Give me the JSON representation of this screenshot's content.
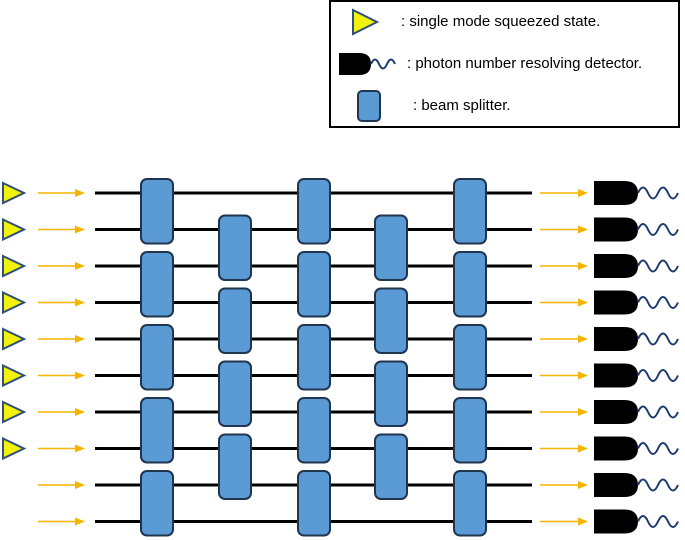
{
  "legend": {
    "items": [
      {
        "icon": "squeezed-state-triangle-icon",
        "label": ": single mode squeezed state."
      },
      {
        "icon": "photon-detector-icon",
        "label": ": photon number resolving detector."
      },
      {
        "icon": "beam-splitter-icon",
        "label": ": beam splitter."
      }
    ]
  },
  "circuit": {
    "modes": 10,
    "squeezed_inputs": 8,
    "detectors": 10,
    "beam_splitter_columns": [
      {
        "pairs": [
          [
            0,
            1
          ],
          [
            2,
            3
          ],
          [
            4,
            5
          ],
          [
            6,
            7
          ],
          [
            8,
            9
          ]
        ]
      },
      {
        "pairs": [
          [
            1,
            2
          ],
          [
            3,
            4
          ],
          [
            5,
            6
          ],
          [
            7,
            8
          ]
        ]
      },
      {
        "pairs": [
          [
            0,
            1
          ],
          [
            2,
            3
          ],
          [
            4,
            5
          ],
          [
            6,
            7
          ],
          [
            8,
            9
          ]
        ]
      },
      {
        "pairs": [
          [
            1,
            2
          ],
          [
            3,
            4
          ],
          [
            5,
            6
          ],
          [
            7,
            8
          ]
        ]
      },
      {
        "pairs": [
          [
            0,
            1
          ],
          [
            2,
            3
          ],
          [
            4,
            5
          ],
          [
            6,
            7
          ],
          [
            8,
            9
          ]
        ]
      }
    ]
  },
  "colors": {
    "triangle_fill": "#f2f20a",
    "triangle_stroke": "#2f4f7f",
    "arrow": "#f5b400",
    "mode_line": "#000000",
    "beam_splitter_fill": "#5b9bd5",
    "beam_splitter_stroke": "#1f3550",
    "detector_fill": "#000000",
    "detector_wave": "#1f3a6e"
  }
}
